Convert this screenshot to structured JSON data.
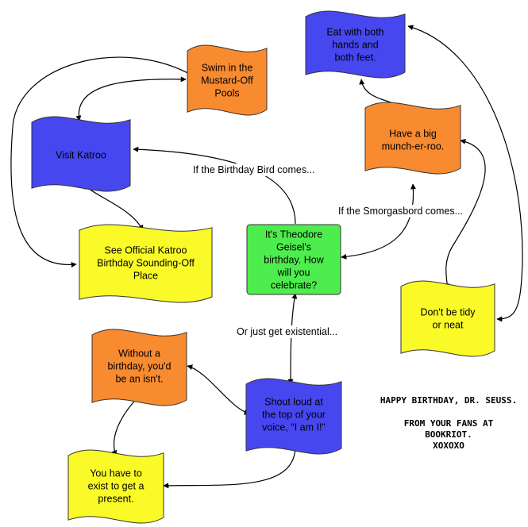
{
  "palette": {
    "blue": "#4747f0",
    "orange": "#f88a30",
    "yellow": "#fafa28",
    "green": "#4ded4d",
    "stroke": "#333333",
    "edge": "#000000"
  },
  "nodes": {
    "center": {
      "lines": [
        "It's Theodore",
        "Geisel's",
        "birthday.  How",
        "will you",
        "celebrate?"
      ],
      "color": "green"
    },
    "swim": {
      "lines": [
        "Swim in the",
        "Mustard-Off",
        "Pools"
      ],
      "color": "orange"
    },
    "katroo": {
      "lines": [
        "Visit Katroo"
      ],
      "color": "blue"
    },
    "sounding": {
      "lines": [
        "See Official Katroo",
        "Birthday Sounding-Off",
        "Place"
      ],
      "color": "yellow"
    },
    "eat": {
      "lines": [
        "Eat with both",
        "hands and",
        "both feet."
      ],
      "color": "blue"
    },
    "munch": {
      "lines": [
        "Have a big",
        "munch-er-roo."
      ],
      "color": "orange"
    },
    "tidy": {
      "lines": [
        "Don't be tidy",
        "or neat"
      ],
      "color": "yellow"
    },
    "isnt": {
      "lines": [
        "Without a",
        "birthday, you'd",
        "be an isn't."
      ],
      "color": "orange"
    },
    "shout": {
      "lines": [
        "Shout loud at",
        "the top of your",
        "voice, \"I am I!\""
      ],
      "color": "blue"
    },
    "exist": {
      "lines": [
        "You have to",
        "exist to get a",
        "present."
      ],
      "color": "yellow"
    }
  },
  "edge_labels": {
    "bird": "If the Birthday Bird comes...",
    "smorgasbord": "If the Smorgasbord comes...",
    "existential": "Or just get existential..."
  },
  "message": {
    "line1": "HAPPY BIRTHDAY, DR. SEUSS.",
    "line2": "FROM YOUR FANS AT",
    "line3": "BOOKRIOT.",
    "line4": "XOXOXO"
  }
}
